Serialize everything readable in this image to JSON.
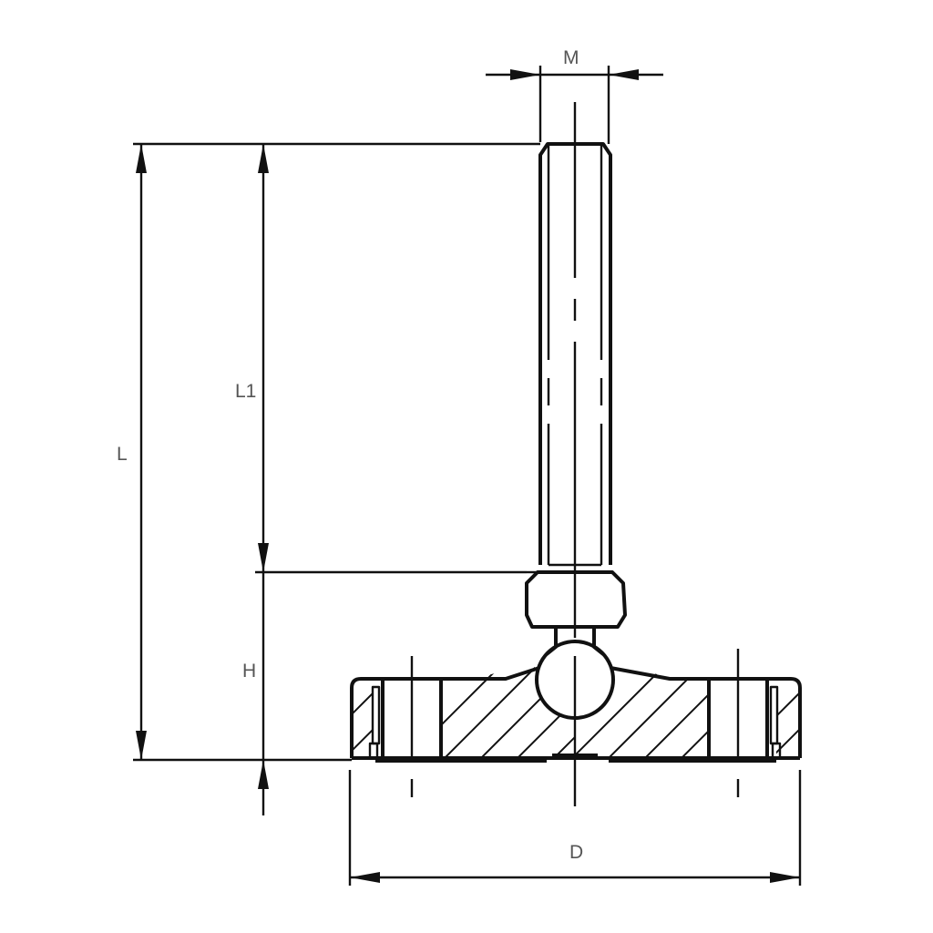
{
  "drawing": {
    "subject": "Leveling foot with threaded stem, hex nut, ball joint and round base (section view)",
    "line_color": "#111111",
    "label_color": "#555555",
    "background": "#ffffff"
  },
  "dimensions": {
    "M": {
      "label": "M",
      "description": "thread diameter"
    },
    "L": {
      "label": "L",
      "description": "overall height"
    },
    "L1": {
      "label": "L1",
      "description": "thread length"
    },
    "H": {
      "label": "H",
      "description": "base height"
    },
    "D": {
      "label": "D",
      "description": "base diameter"
    }
  }
}
